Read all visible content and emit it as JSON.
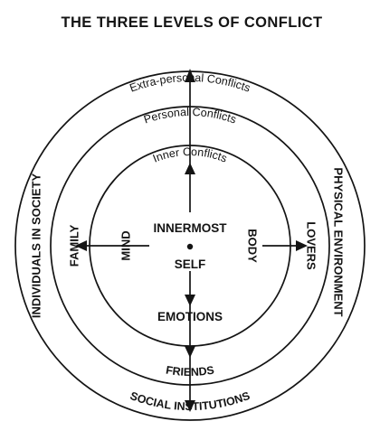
{
  "title": "THE THREE LEVELS OF CONFLICT",
  "rings": {
    "outer": {
      "top": "Extra-personal Conflicts",
      "bottom": "SOCIAL INSTITUTIONS",
      "left": "INDIVIDUALS IN SOCIETY",
      "right": "PHYSICAL ENVIRONMENT"
    },
    "middle": {
      "top": "Personal Conflicts",
      "bottom": "FRIENDS",
      "left": "FAMILY",
      "right": "LOVERS"
    },
    "inner": {
      "top": "Inner Conflicts",
      "bottom": "EMOTIONS",
      "left": "MIND",
      "right": "BODY"
    }
  },
  "core": {
    "line1": "INNERMOST",
    "line2": "SELF"
  }
}
